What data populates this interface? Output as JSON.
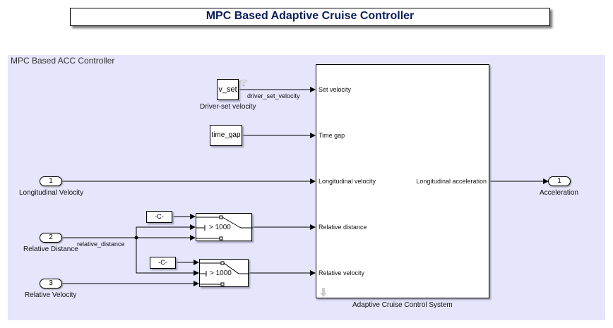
{
  "title": "MPC Based Adaptive Cruise Controller",
  "area": {
    "label": "MPC Based ACC Controller",
    "background": "#e5e5fb"
  },
  "blocks": {
    "v_set": {
      "text": "v_set",
      "label": "Driver-set velocity",
      "signal": "driver_set_velocity"
    },
    "time_gap": {
      "text": "time_gap"
    },
    "const1": {
      "text": "-C-"
    },
    "const2": {
      "text": "-C-"
    },
    "switch1": {
      "threshold": "> 1000"
    },
    "switch2": {
      "threshold": "> 1000"
    },
    "acc": {
      "label": "Adaptive Cruise Control System",
      "inputs": [
        "Set velocity",
        "Time gap",
        "Longitudinal velocity",
        "Relative distance",
        "Relative velocity"
      ],
      "outputs": [
        "Longitudinal acceleration"
      ]
    }
  },
  "inports": [
    {
      "number": "1",
      "label": "Longitudinal Velocity"
    },
    {
      "number": "2",
      "label": "Relative Distance",
      "signal": "relative_distance"
    },
    {
      "number": "3",
      "label": "Relative Velocity"
    }
  ],
  "outports": [
    {
      "number": "1",
      "label": "Acceleration"
    }
  ]
}
